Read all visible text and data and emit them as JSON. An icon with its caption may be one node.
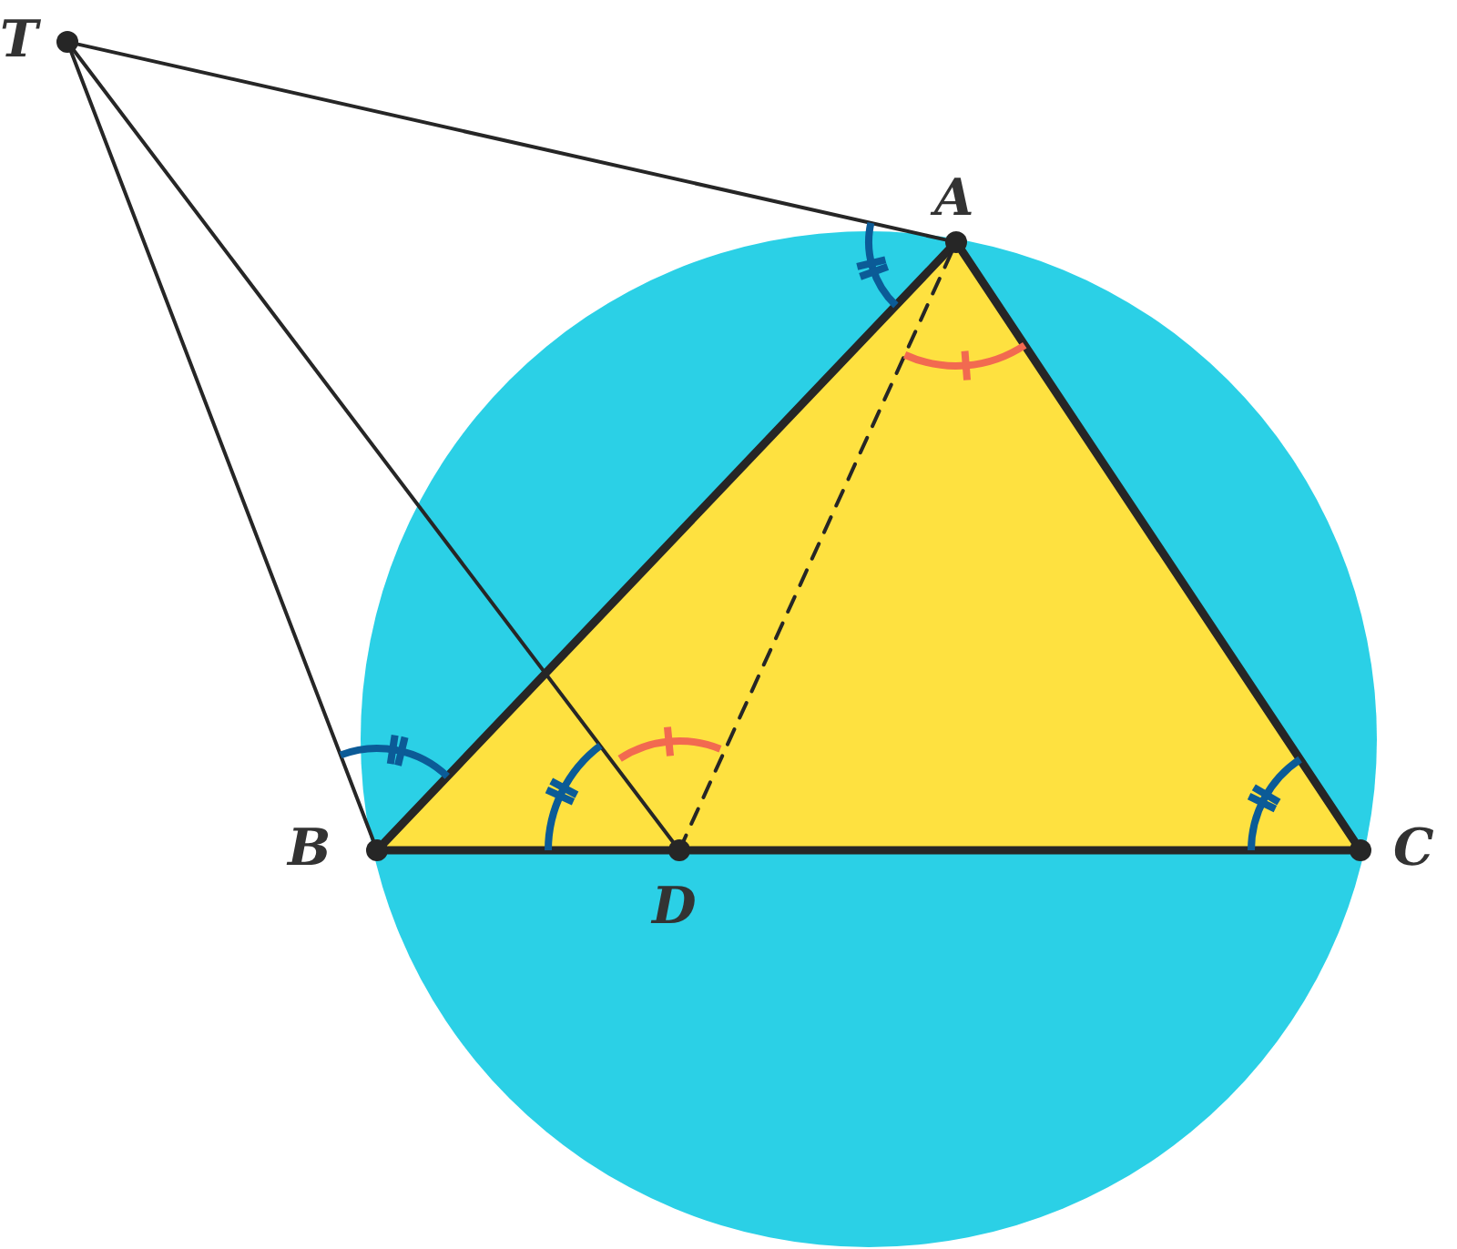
{
  "diagram": {
    "nodes": [
      {
        "text": [
          "T"
        ]
      },
      {
        "text": [
          "A"
        ]
      },
      {
        "text": [
          "B"
        ]
      },
      {
        "text": [
          "C"
        ]
      },
      {
        "text": [
          "D"
        ]
      }
    ],
    "edges": [
      {
        "from": 0,
        "to": 1,
        "arrow": "none"
      },
      {
        "from": 0,
        "to": 2,
        "arrow": "none"
      },
      {
        "from": 0,
        "to": 4,
        "arrow": "none"
      },
      {
        "from": 1,
        "to": 2,
        "arrow": "none",
        "style": "thick"
      },
      {
        "from": 1,
        "to": 3,
        "arrow": "none",
        "style": "thick"
      },
      {
        "from": 2,
        "to": 4,
        "arrow": "none",
        "style": "thick"
      },
      {
        "from": 4,
        "to": 3,
        "arrow": "none",
        "style": "thick"
      },
      {
        "from": 1,
        "to": 4,
        "arrow": "none",
        "style": "dashed"
      }
    ]
  }
}
